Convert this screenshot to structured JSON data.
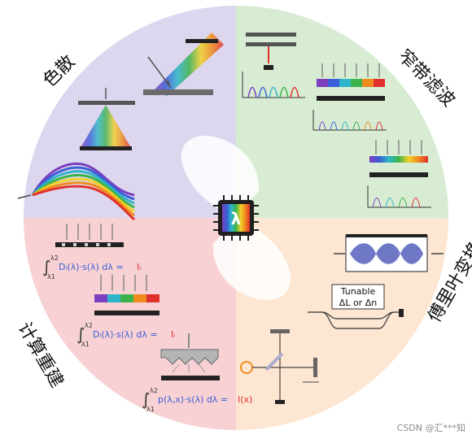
{
  "quadrants": {
    "dispersion": {
      "title": "色散",
      "color": "#dcd6ef"
    },
    "narrowband": {
      "title": "窄带滤波",
      "color": "#d7ecd2"
    },
    "fourier": {
      "title": "傅里叶变换",
      "color": "#fde6d2"
    },
    "computational": {
      "title": "计算重建",
      "color": "#f7d1d4"
    }
  },
  "center": {
    "symbol": "λ"
  },
  "equations": {
    "eq1": {
      "upper": "λ2",
      "lower": "λ1",
      "body": "Dᵢ(λ)·s(λ) dλ =",
      "rhs": "Iᵢ"
    },
    "eq2": {
      "upper": "λ2",
      "lower": "λ1",
      "body": "Dᵢ(λ)·s(λ) dλ =",
      "rhs": "Iᵢ"
    },
    "eq3": {
      "upper": "λ2",
      "lower": "λ1",
      "body": "p(λ,x)·s(λ) dλ =",
      "rhs": "I(x)"
    }
  },
  "fourier": {
    "tunable_line1": "Tunable",
    "tunable_line2": "ΔL or Δn"
  },
  "watermark": "CSDN @汇***知",
  "palette": [
    "#7b3fbf",
    "#3a5fd6",
    "#2fb5c9",
    "#3cb34a",
    "#f2d12a",
    "#f08c1e",
    "#e0302b"
  ]
}
